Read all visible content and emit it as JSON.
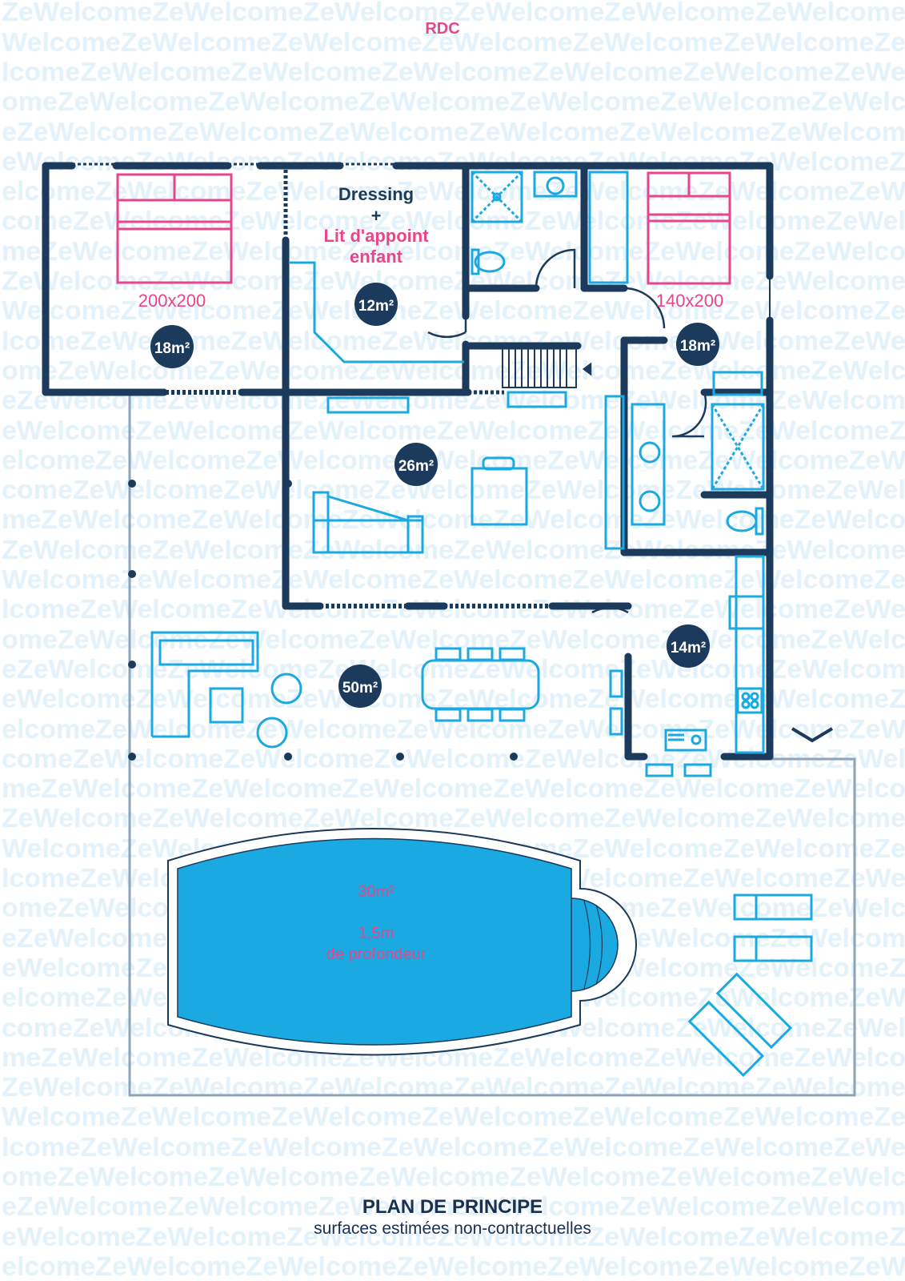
{
  "watermark": "ZeWelcome",
  "level_label": "RDC",
  "rooms": {
    "bedroom1": {
      "area": "18m²",
      "bed": "200x200"
    },
    "dressing": {
      "title": "Dressing",
      "plus": "+",
      "subtitle_line1": "Lit d'appoint",
      "subtitle_line2": "enfant",
      "area": "12m²"
    },
    "bedroom2": {
      "area": "18m²",
      "bed": "140x200"
    },
    "living": {
      "area": "26m²"
    },
    "terrace": {
      "area": "50m²"
    },
    "kitchen": {
      "area": "14m²"
    }
  },
  "pool": {
    "area": "30m²",
    "depth_line1": "1,5m",
    "depth_line2": "de profondeur"
  },
  "footer": {
    "title": "PLAN DE PRINCIPE",
    "subtitle": "surfaces estimées non-contractuelles"
  },
  "colors": {
    "wall": "#1b3a5c",
    "accent": "#e8458b",
    "furniture": "#1aa9e0",
    "watermark": "#e2f1fa"
  }
}
